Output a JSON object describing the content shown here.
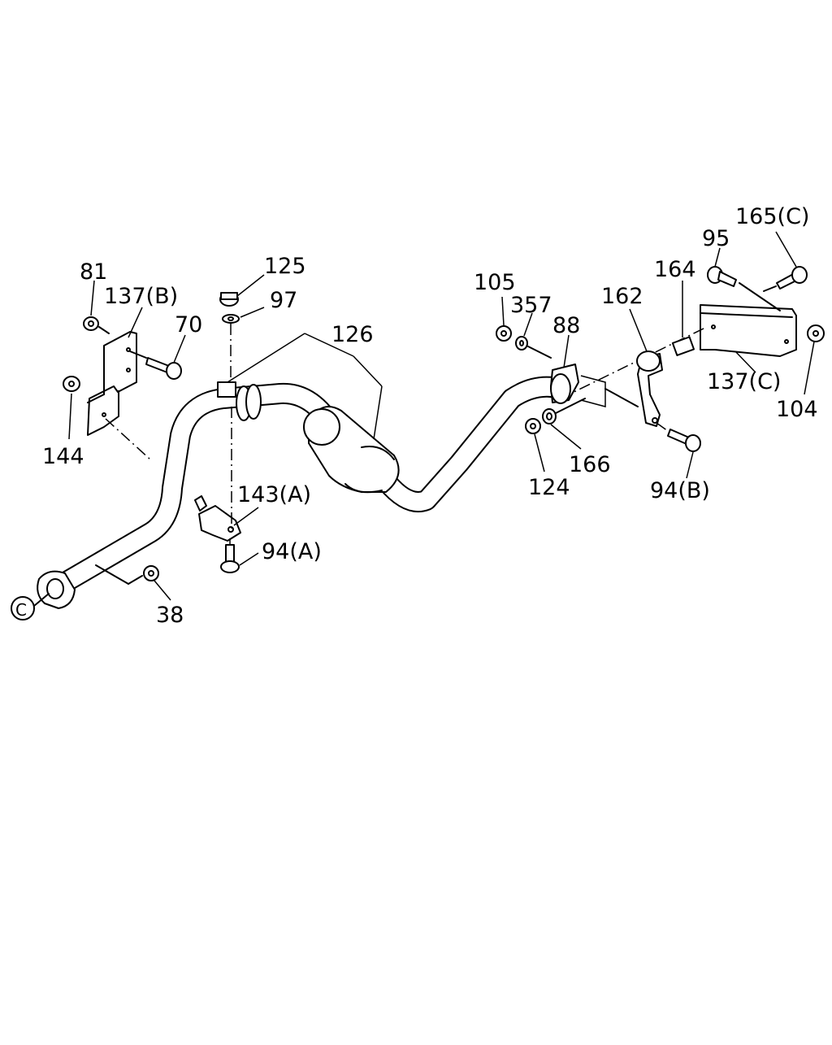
{
  "labels": {
    "l81": "81",
    "l137b": "137(B)",
    "l70": "70",
    "l144": "144",
    "l125": "125",
    "l97": "97",
    "l126": "126",
    "l143a": "143(A)",
    "l94a": "94(A)",
    "l38": "38",
    "lC": "C",
    "l105": "105",
    "l357": "357",
    "l88": "88",
    "l162": "162",
    "l164": "164",
    "l95": "95",
    "l165c": "165(C)",
    "l137c": "137(C)",
    "l104": "104",
    "l166": "166",
    "l124": "124",
    "l94b": "94(B)"
  }
}
